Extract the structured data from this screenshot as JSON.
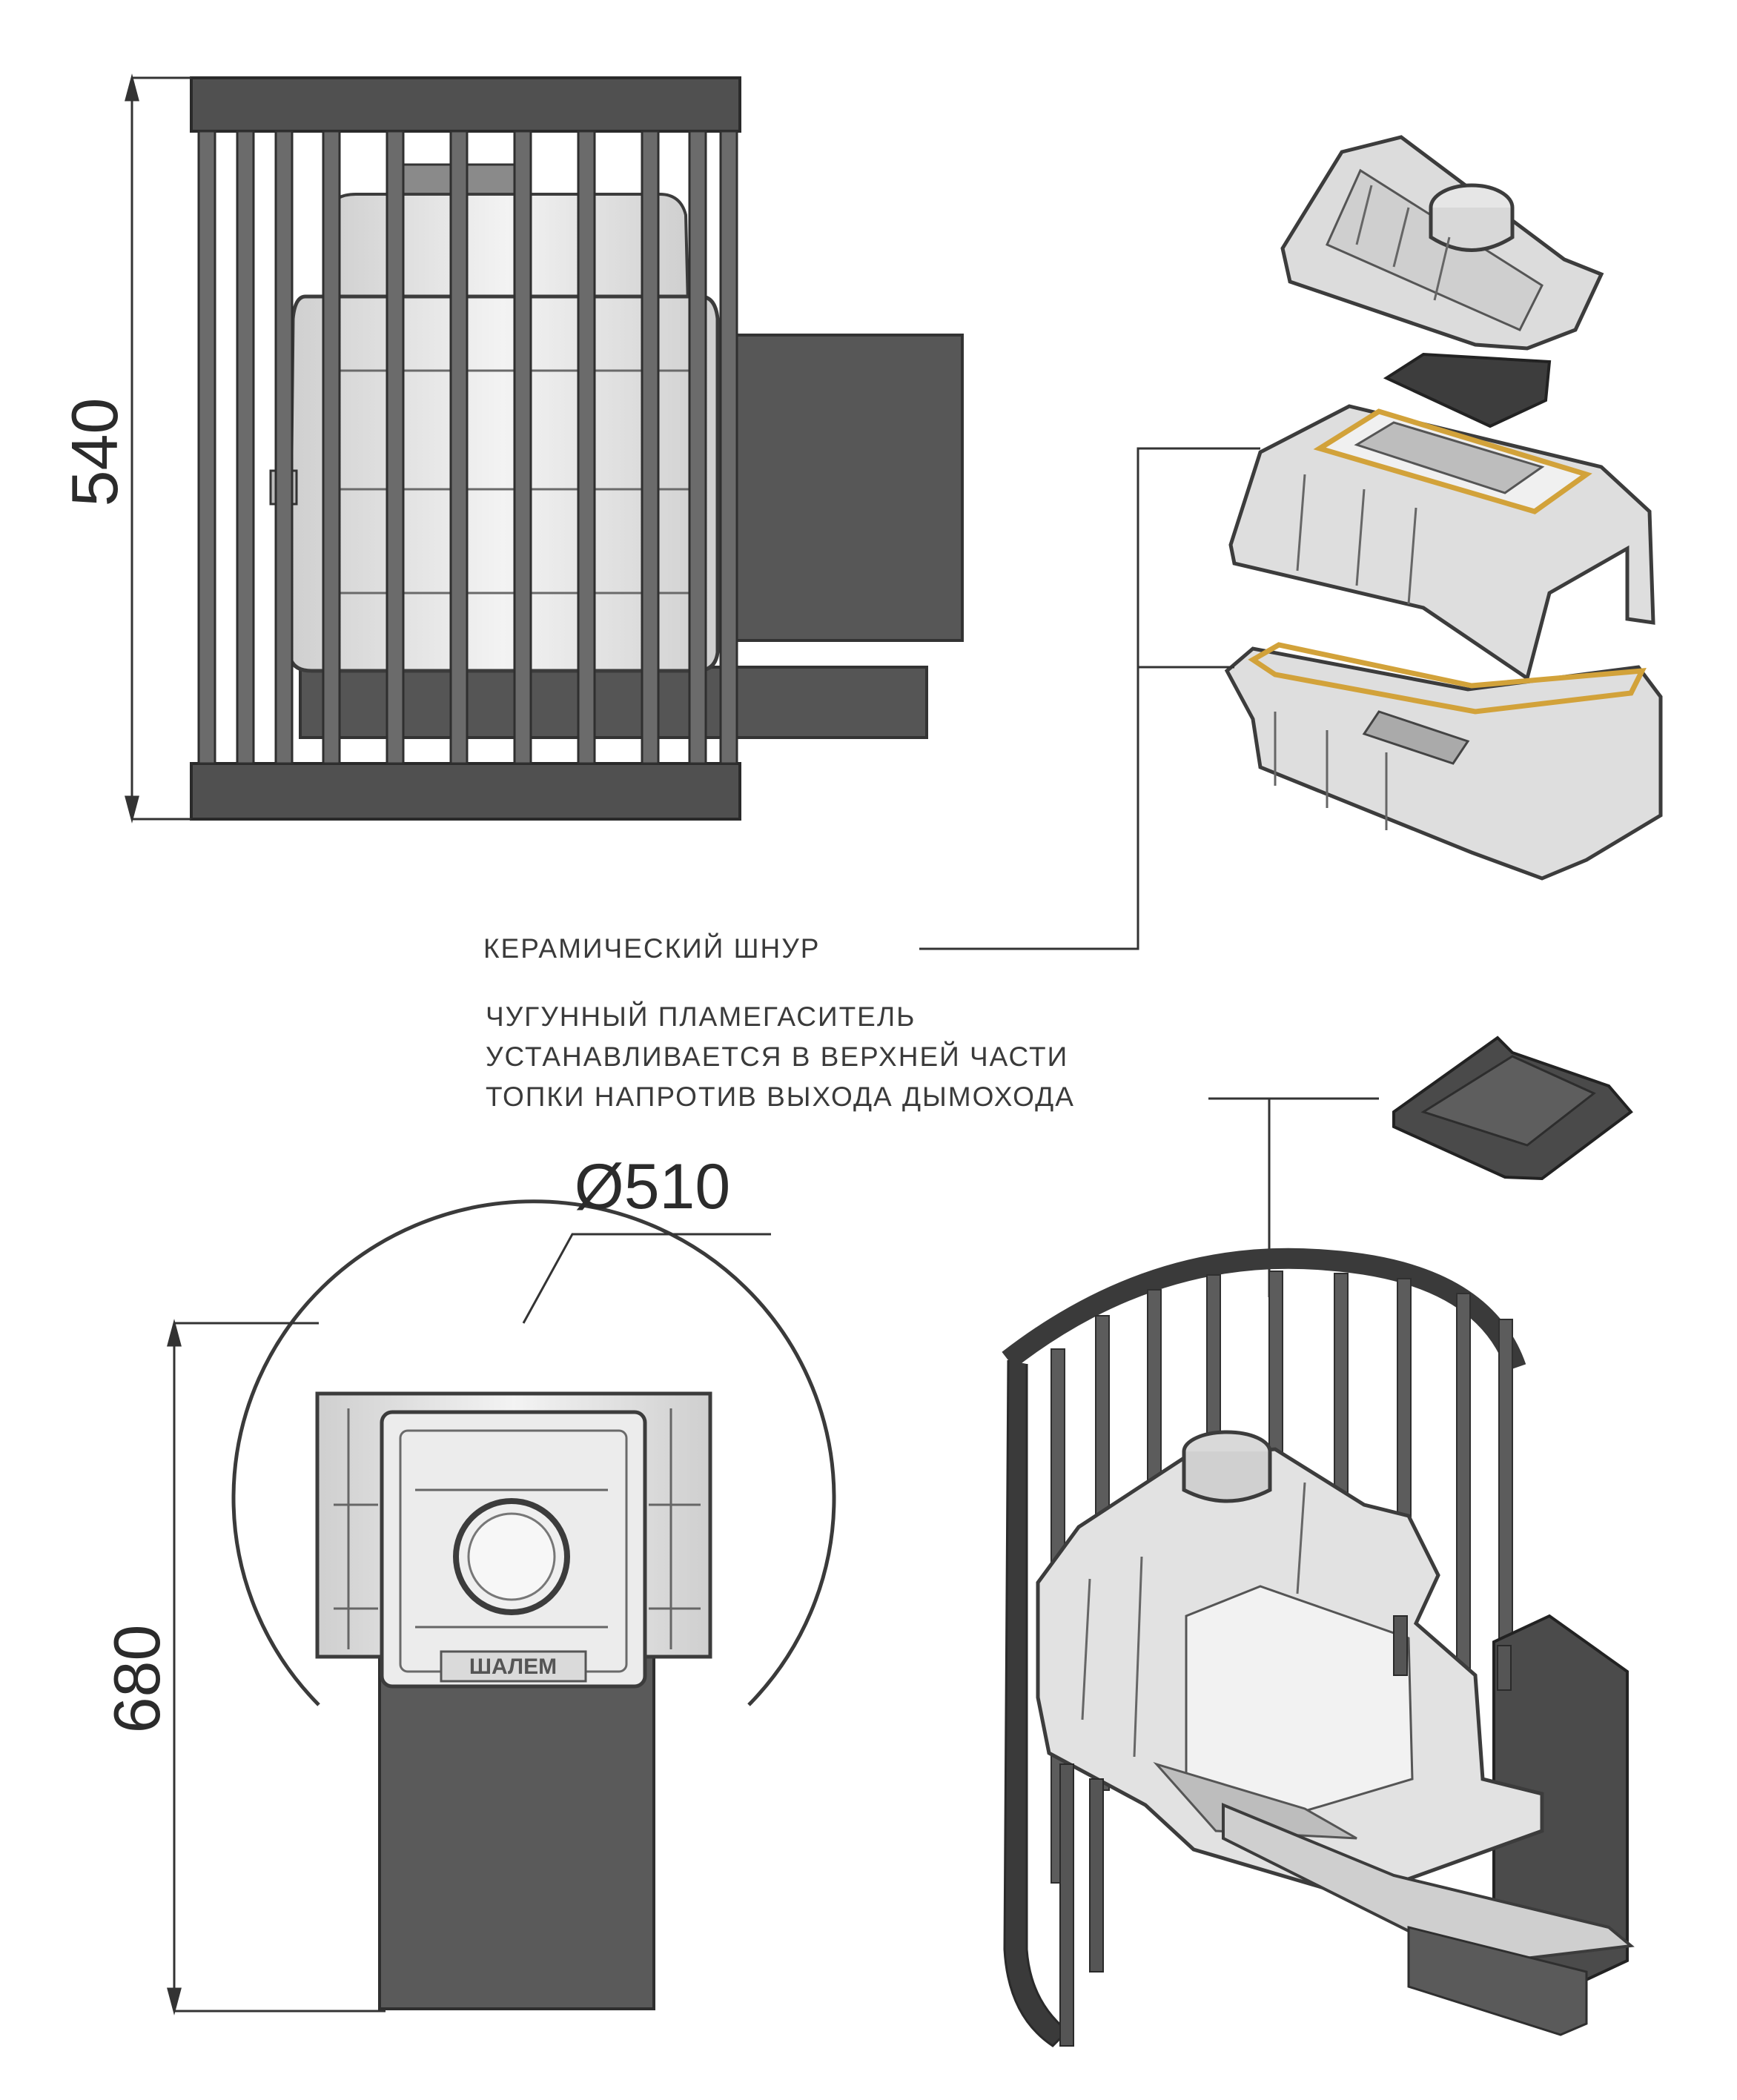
{
  "dimensions": {
    "height_side": "540",
    "height_front": "680",
    "diameter": "Ø510"
  },
  "annotations": {
    "ceramic_cord": "КЕРАМИЧЕСКИЙ ШНУР",
    "flame_arrester": [
      "ЧУГУННЫЙ ПЛАМЕГАСИТЕЛЬ",
      "УСТАНАВЛИВАЕТСЯ В ВЕРХНЕЙ ЧАСТИ",
      "ТОПКИ НАПРОТИВ ВЫХОДА ДЫМОХОДА"
    ]
  },
  "brand_plate": "ШАЛЕМ",
  "colors": {
    "frame": "#4a4a4a",
    "steel": "#5c5c5c",
    "cast_iron": "#e4e4e4",
    "outline": "#3c3c3c",
    "cord": "#d2a23a"
  }
}
